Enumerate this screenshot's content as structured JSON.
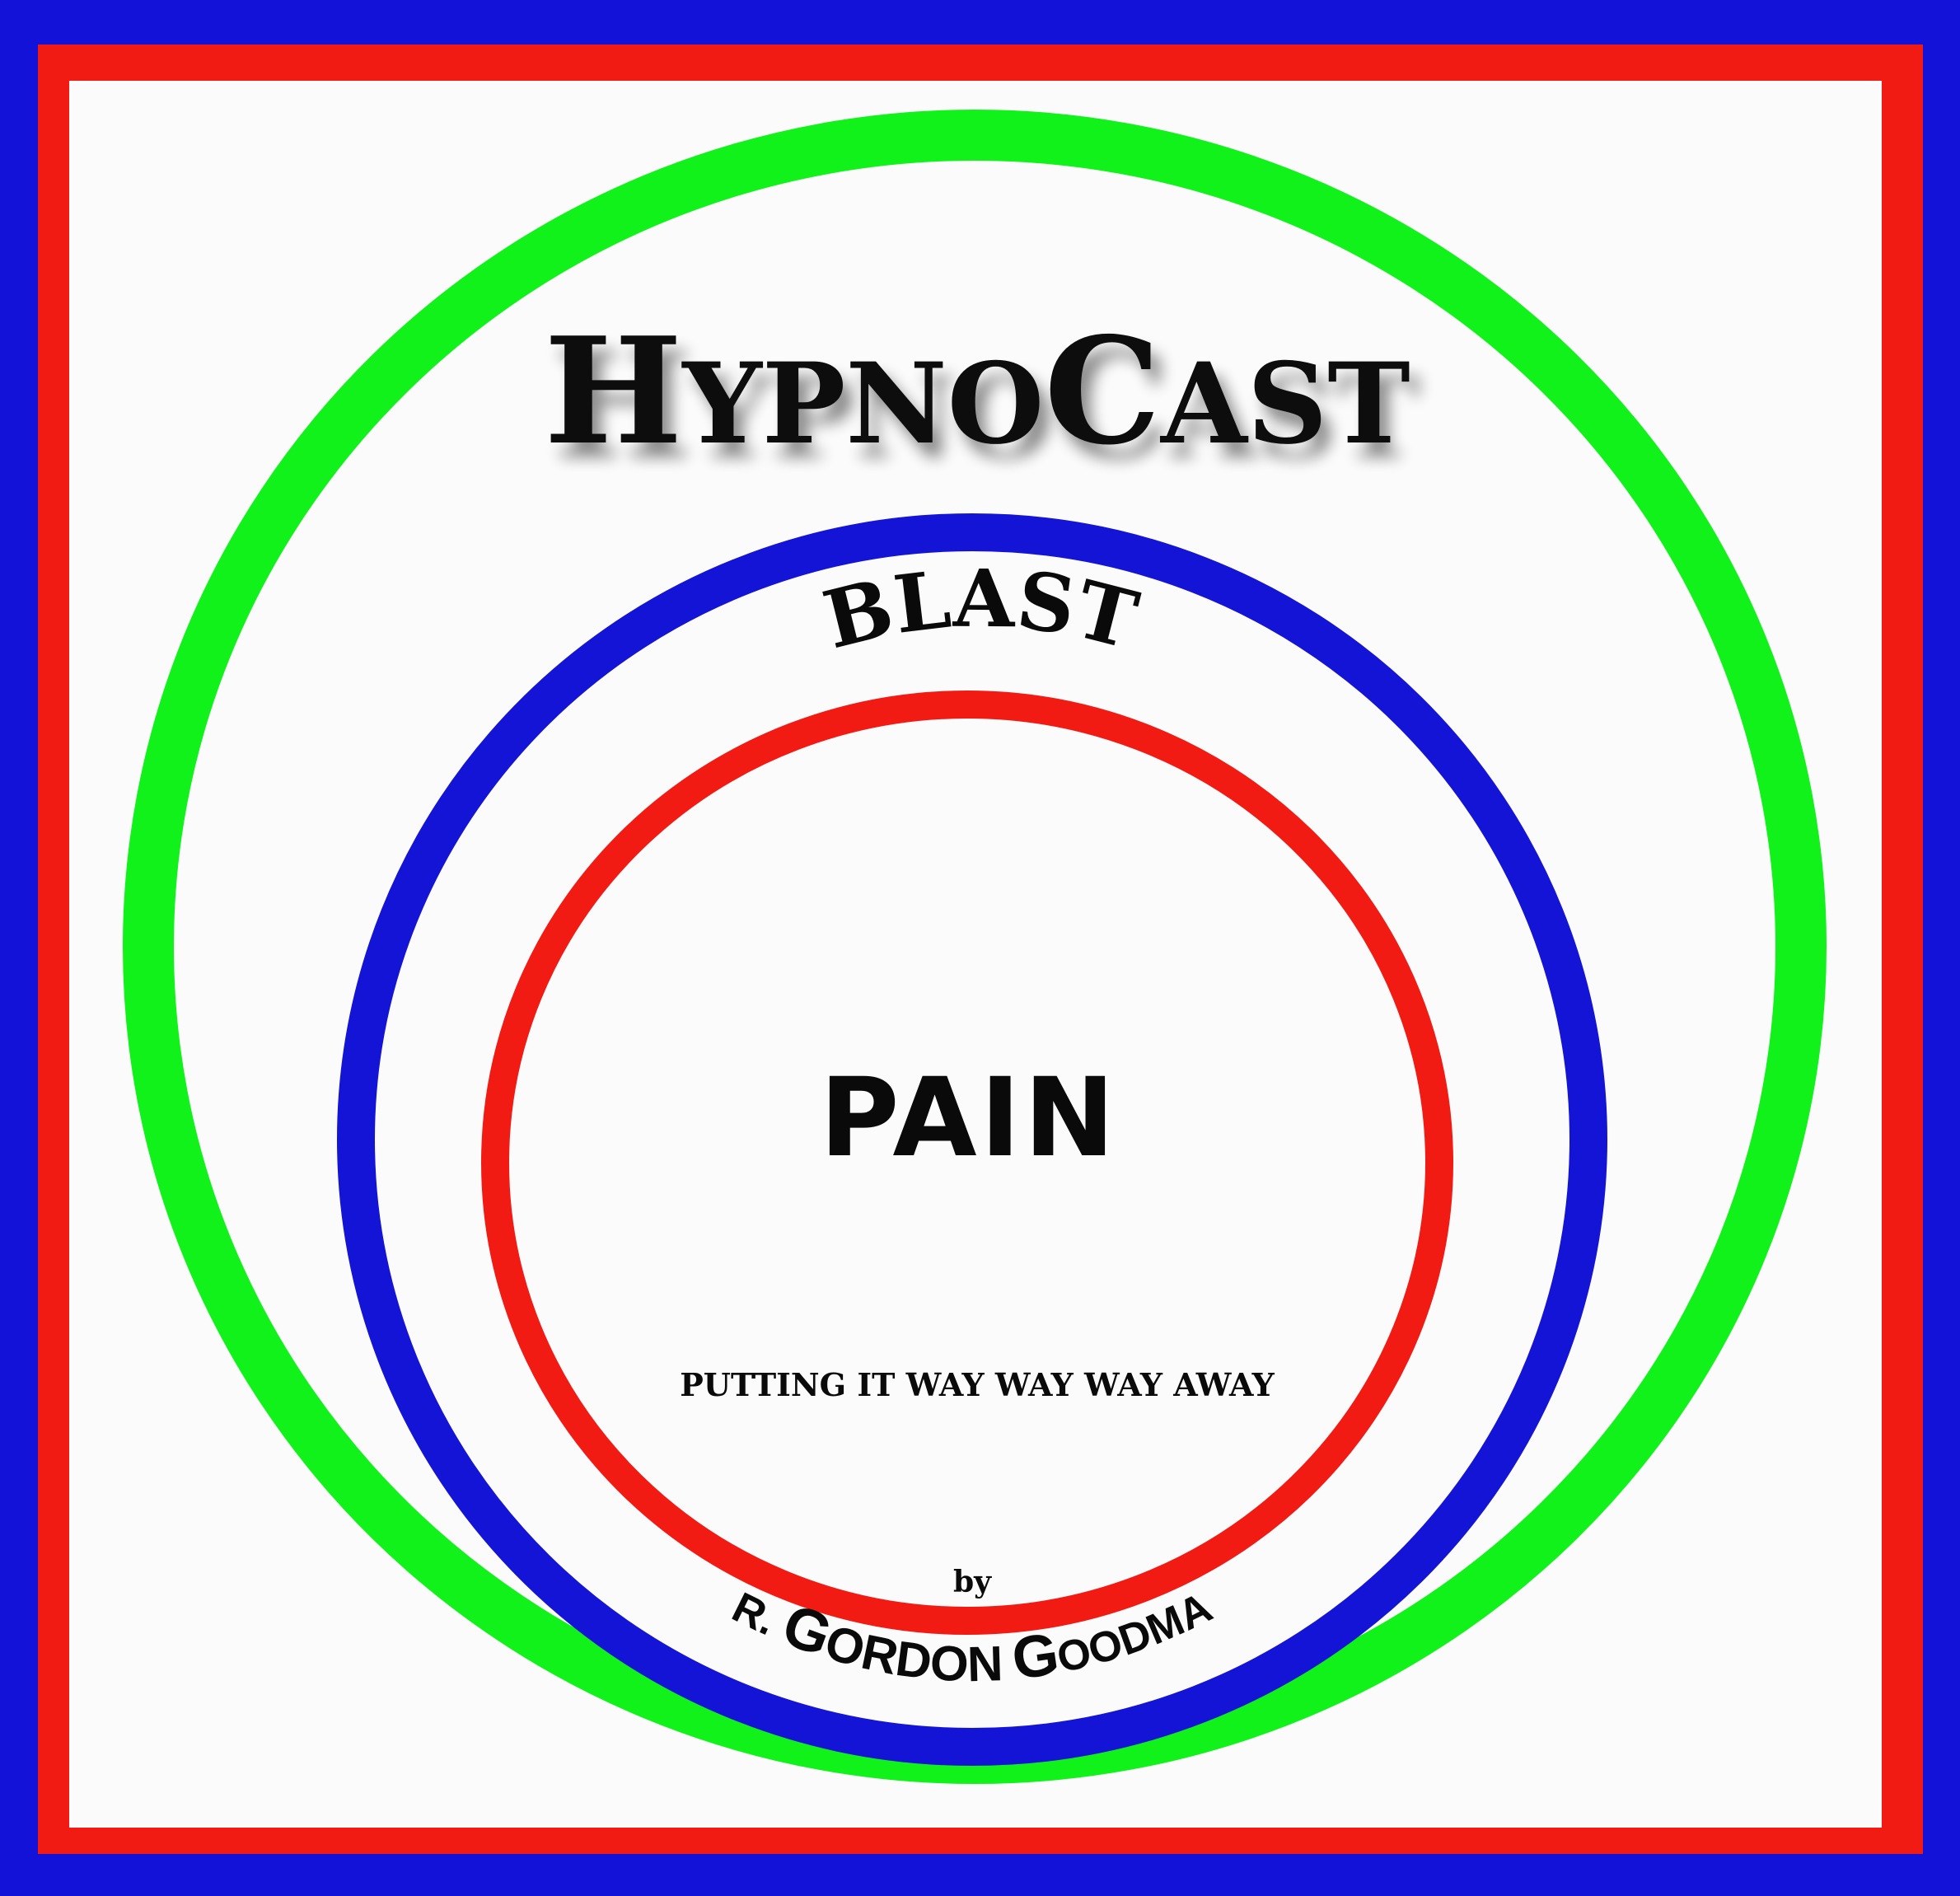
{
  "cover": {
    "title_first": "H",
    "title_rest_1": "YPNO",
    "title_c": "C",
    "title_rest_2": "AST",
    "blast_text": "BLAST",
    "pain_text": "PAIN",
    "tagline": "PUTTING IT WAY WAY WAY AWAY",
    "by_text": "by",
    "author_dr": "DR",
    "author_dot": ".",
    "author_g1": "G",
    "author_ordon": "ORDON",
    "author_g2": "G",
    "author_oodman": "OODMAN"
  },
  "colors": {
    "outer_border": "#1212d8",
    "inner_border": "#f21b14",
    "background": "#fbfbfb",
    "green_ring": "#10f21a",
    "blue_ring": "#1414d6",
    "red_ring": "#f21b14",
    "text": "#0a0a0a"
  }
}
